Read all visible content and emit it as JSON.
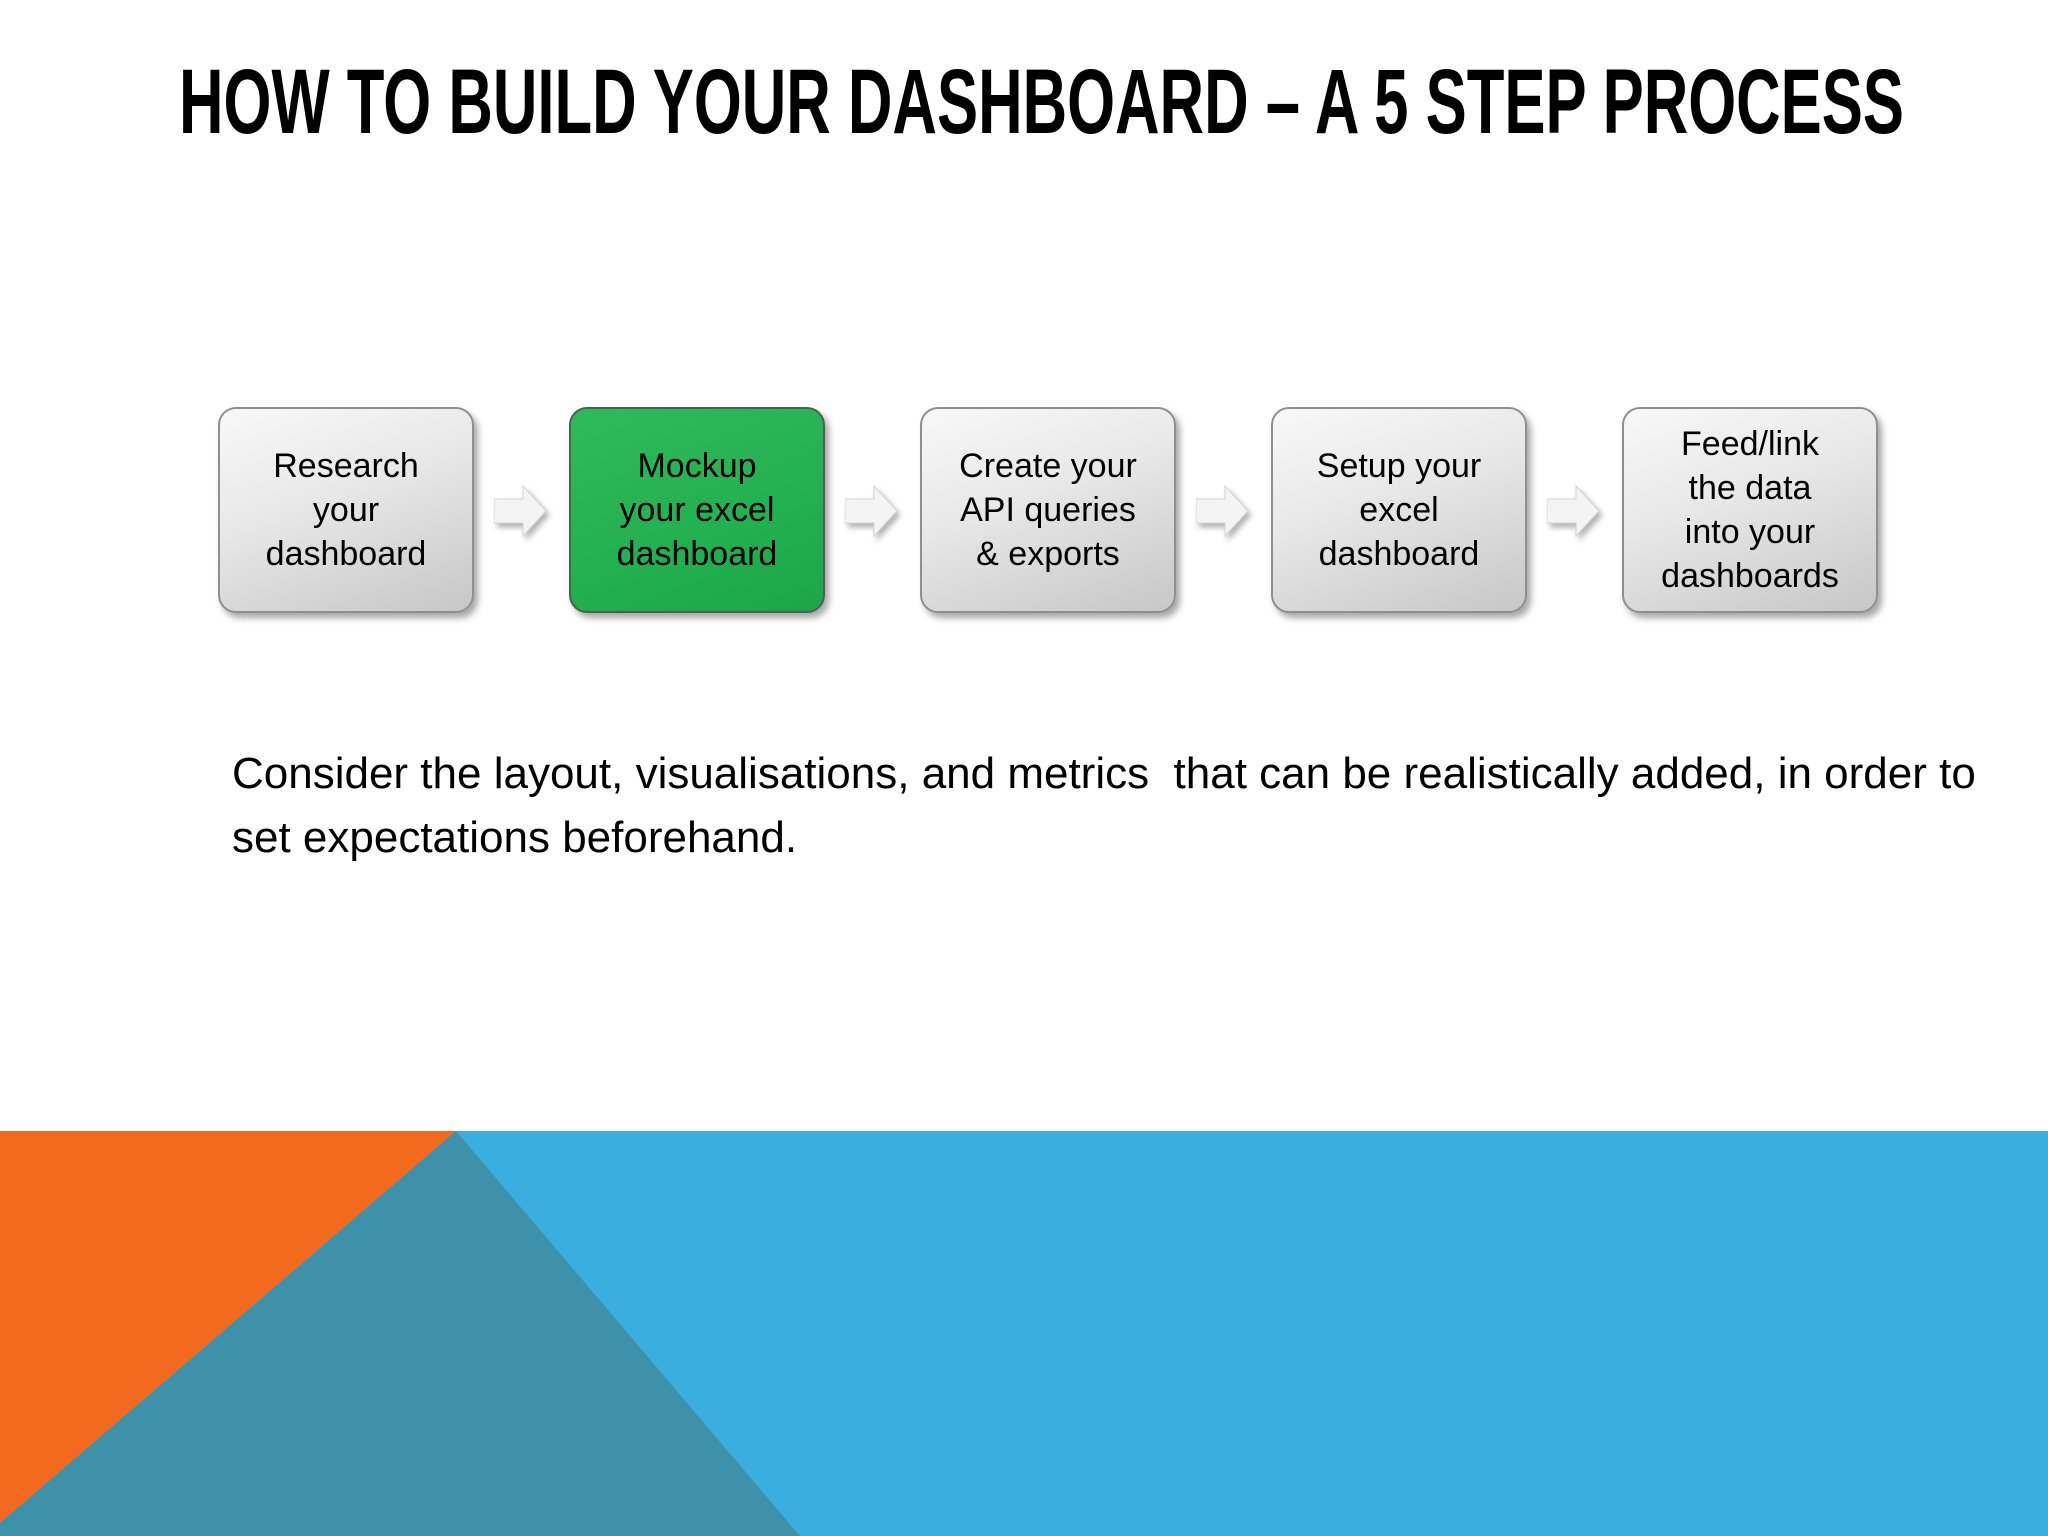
{
  "slide": {
    "title": "HOW TO BUILD YOUR DASHBOARD – A 5 STEP PROCESS",
    "process": {
      "steps": [
        {
          "label": "Research\nyour\ndashboard",
          "highlighted": false
        },
        {
          "label": "Mockup\nyour excel\ndashboard",
          "highlighted": true
        },
        {
          "label": "Create your\nAPI queries\n& exports",
          "highlighted": false
        },
        {
          "label": "Setup your\nexcel\ndashboard",
          "highlighted": false
        },
        {
          "label": "Feed/link\nthe data\ninto your\ndashboards",
          "highlighted": false
        }
      ],
      "arrow_icon": "block-arrow-right"
    },
    "body_text": "Consider the layout, visualisations, and metrics  that can be realistically added, in order to set expectations beforehand.",
    "colors": {
      "highlight_green": "#24B151",
      "step_gray": "#D9D9D9",
      "band_orange": "#F3691E",
      "band_teal": "#3D92AA",
      "band_blue": "#3BAEE0",
      "text_black": "#000000"
    }
  }
}
